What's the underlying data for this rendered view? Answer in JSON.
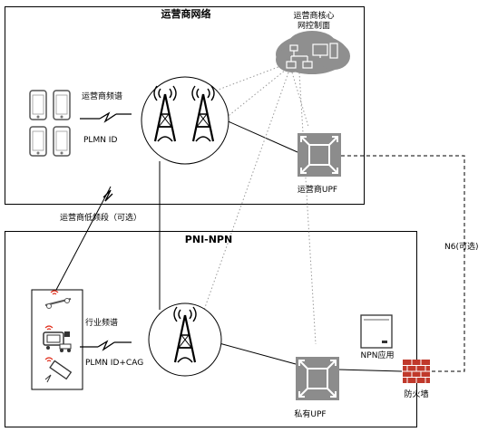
{
  "operator_network": {
    "title": "运营商网络",
    "spectrum_label": "运营商频谱",
    "plmn_label": "PLMN ID",
    "core_label_line1": "运营商核心",
    "core_label_line2": "网控制面",
    "upf_label": "运营商UPF"
  },
  "low_band_label": "运营商低频段（可选）",
  "pni_npn": {
    "title": "PNI-NPN",
    "spectrum_label": "行业频谱",
    "plmn_cag_label": "PLMN ID+CAG",
    "npn_app_label": "NPN应用",
    "private_upf_label": "私有UPF",
    "firewall_label": "防火墙"
  },
  "n6_label": "N6(可选)",
  "colors": {
    "upf_gray": "#8c8c8c",
    "core_cloud_gray": "#8f8f8f",
    "wifi_red": "#e0301e",
    "firewall_red": "#c0392b"
  }
}
